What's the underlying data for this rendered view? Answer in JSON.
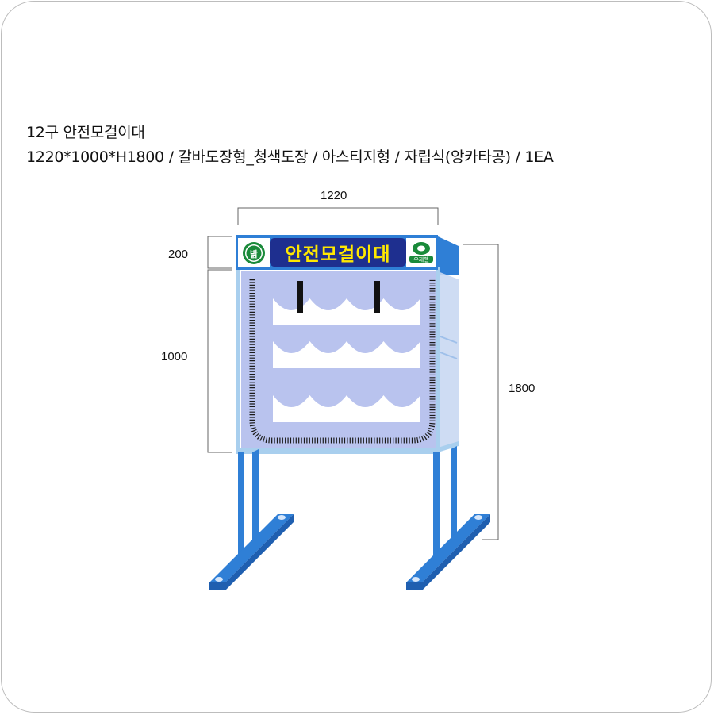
{
  "product": {
    "title_line": "12구 안전모걸이대",
    "spec_line": "1220*1000*H1800 / 갈바도장형_청색도장 / 아스티지형 / 자립식(앙카타공) / 1EA"
  },
  "dimensions": {
    "width": "1220",
    "header_height": "200",
    "body_height": "1000",
    "total_height": "1800"
  },
  "signboard": {
    "text": "안전모걸이대",
    "left_logo_text": "밝",
    "right_logo_text": "우제헬"
  },
  "colors": {
    "frame_blue": "#2f7fd6",
    "frame_dark": "#1f5fb0",
    "sign_navy": "#1e2f8f",
    "sign_text": "#ffe800",
    "panel": "#b9c3ee",
    "logo_green": "#1a8a3a"
  },
  "rack": {
    "rows": 3,
    "hooks_per_row": 4,
    "capacity_label": "12구"
  }
}
